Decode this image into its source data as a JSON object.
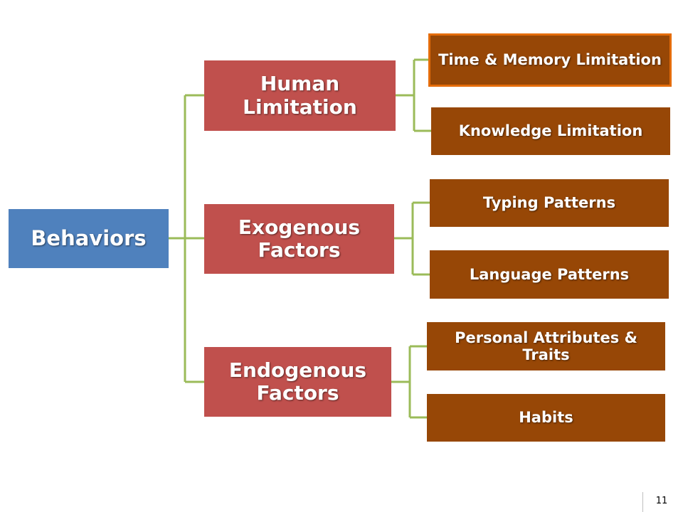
{
  "colors": {
    "root": "#4f81bd",
    "category": "#c0504d",
    "leaf": "#974706",
    "connector": "#9bbb59"
  },
  "root": {
    "label": "Behaviors"
  },
  "categories": [
    {
      "label": "Human Limitation",
      "children": [
        {
          "label": "Time & Memory Limitation"
        },
        {
          "label": "Knowledge Limitation"
        }
      ]
    },
    {
      "label": "Exogenous Factors",
      "children": [
        {
          "label": "Typing Patterns"
        },
        {
          "label": "Language Patterns"
        }
      ]
    },
    {
      "label": "Endogenous Factors",
      "children": [
        {
          "label": "Personal Attributes & Traits"
        },
        {
          "label": "Habits"
        }
      ]
    }
  ],
  "page_number": "11"
}
